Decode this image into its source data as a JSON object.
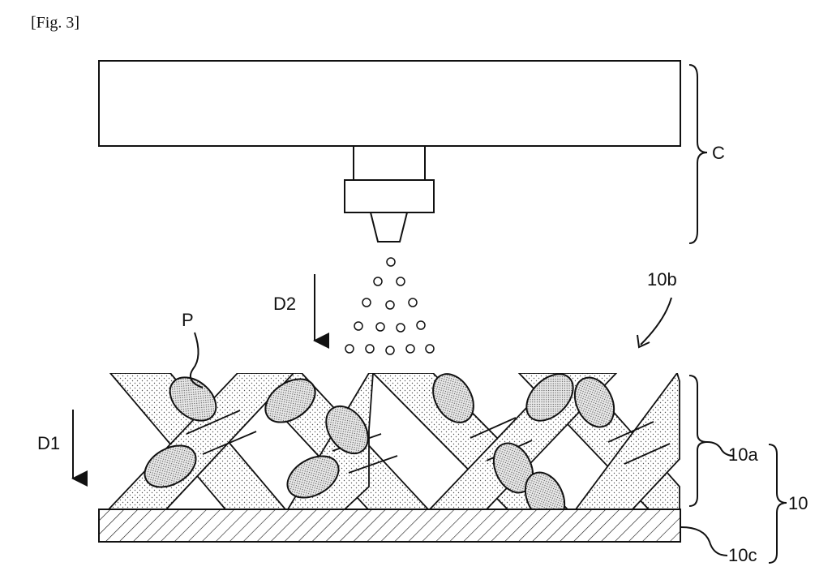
{
  "figure": {
    "number": "[Fig. 3]"
  },
  "labels": {
    "coater": "C",
    "direction_1": "D1",
    "direction_2": "D2",
    "particle": "P",
    "layer_surface": "10b",
    "porous_layer": "10a",
    "substrate": "10c",
    "stack": "10"
  },
  "colors": {
    "line": "#111111",
    "background": "#ffffff",
    "particle_fill": "#e0e0e0"
  }
}
